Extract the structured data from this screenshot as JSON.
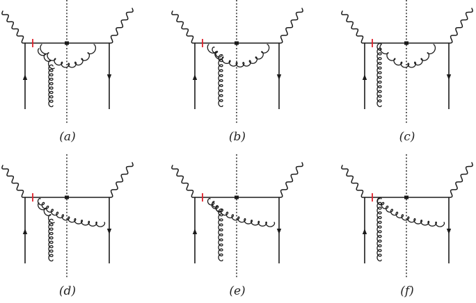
{
  "colors": {
    "line": "#1a1a1a",
    "cut": "#1a1a1a",
    "marker": "#e0202a"
  },
  "panels": [
    {
      "caption": "(a)",
      "loop": "upper-arc",
      "vertical_gluon": "crossing"
    },
    {
      "caption": "(b)",
      "loop": "lower-arc",
      "vertical_gluon": "hanging"
    },
    {
      "caption": "(c)",
      "loop": "upper-arc",
      "vertical_gluon": "straight"
    },
    {
      "caption": "(d)",
      "loop": "to-right-line",
      "vertical_gluon": "crossing"
    },
    {
      "caption": "(e)",
      "loop": "to-right-line",
      "vertical_gluon": "hanging"
    },
    {
      "caption": "(f)",
      "loop": "to-right-line",
      "vertical_gluon": "straight"
    }
  ]
}
